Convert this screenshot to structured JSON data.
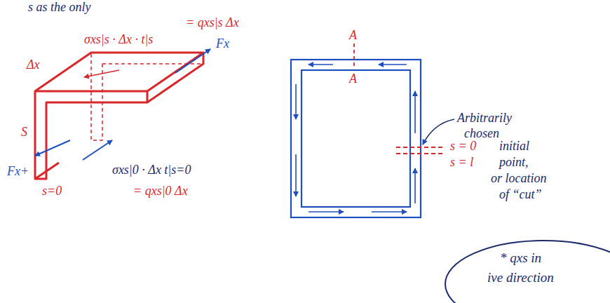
{
  "diagram": {
    "nodes": [
      {
        "text": [
          "* qxs in",
          "ive direction"
        ]
      }
    ],
    "labels": [
      "s as the only",
      "= qxs|s Δx",
      "σxs|s · Δx · t|s",
      "A",
      "Δx",
      "Fx",
      "S",
      "Fx+",
      "s=0",
      "σxs|0 · Δx t|s=0",
      "= qxs|0 Δx",
      "A",
      "Arbitrarily",
      "chosen",
      "s = 0",
      "initial",
      "s = l",
      "point,",
      "or location",
      "of “cut”"
    ]
  }
}
